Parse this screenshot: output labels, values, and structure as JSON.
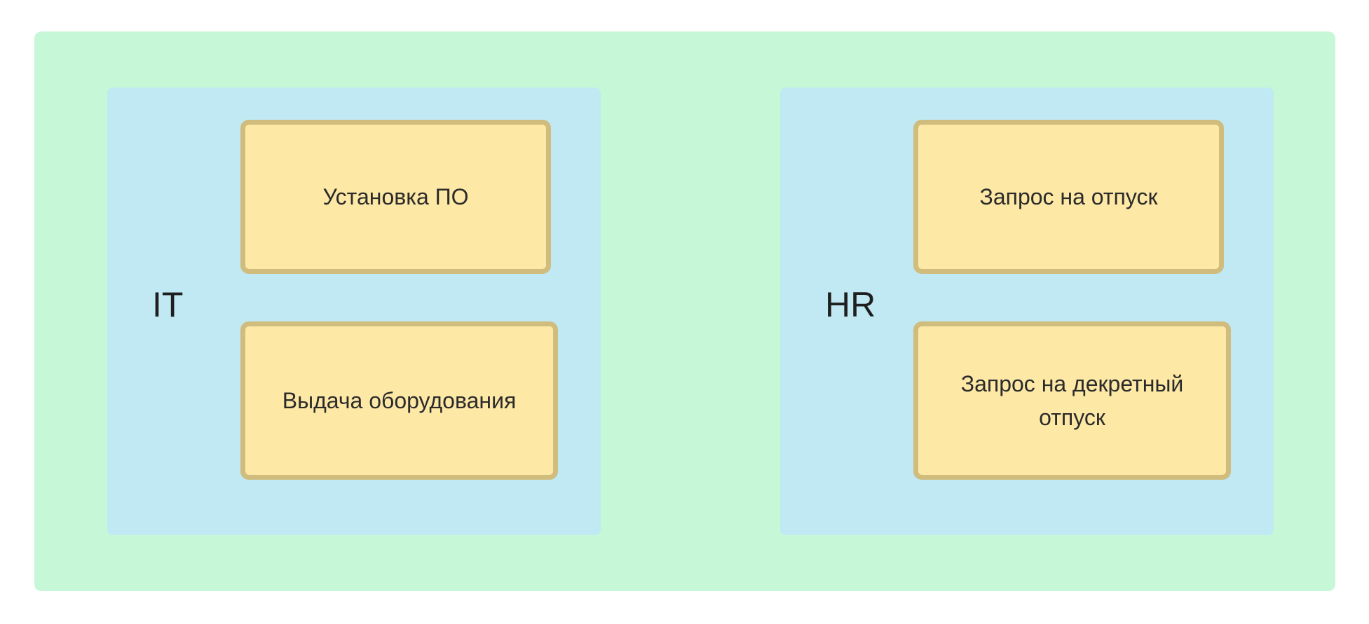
{
  "diagram": {
    "groups": [
      {
        "label": "IT",
        "items": [
          "Установка ПО",
          "Выдача оборудования"
        ]
      },
      {
        "label": "HR",
        "items": [
          "Запрос на отпуск",
          "Запрос на декретный отпуск"
        ]
      }
    ]
  },
  "colors": {
    "outer_background": "#c6f7d6",
    "group_background": "#c0e9f3",
    "card_fill": "#fde8a6",
    "card_border": "#d0bc7c"
  }
}
